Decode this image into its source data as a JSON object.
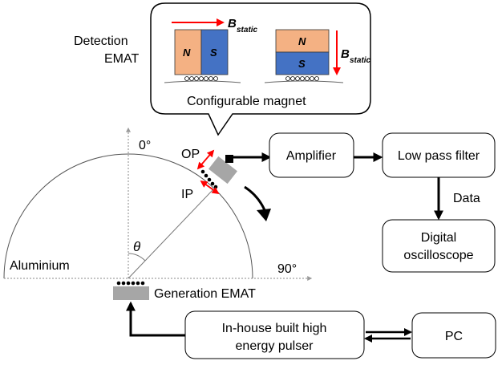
{
  "detection_label_line1": "Detection",
  "detection_label_line2": "EMAT",
  "bubble": {
    "caption": "Configurable magnet",
    "magnet1": {
      "n": "N",
      "s": "S",
      "field_symbol": "B",
      "field_subscript": "static"
    },
    "magnet2": {
      "n": "N",
      "s": "S",
      "field_symbol": "B",
      "field_subscript": "static"
    }
  },
  "angle_0": "0°",
  "angle_90": "90°",
  "theta": "θ",
  "op_label": "OP",
  "ip_label": "IP",
  "material_label": "Aluminium",
  "generation_label": "Generation EMAT",
  "boxes": {
    "amplifier": "Amplifier",
    "lowpass": "Low pass filter",
    "data_label": "Data",
    "oscilloscope_line1": "Digital",
    "oscilloscope_line2": "oscilloscope",
    "pulser_line1": "In-house built high",
    "pulser_line2": "energy pulser",
    "pc": "PC"
  },
  "colors": {
    "north": "#f4b183",
    "south": "#4472c4",
    "field_arrow": "#ff0000",
    "emat_gray": "#a6a6a6"
  }
}
